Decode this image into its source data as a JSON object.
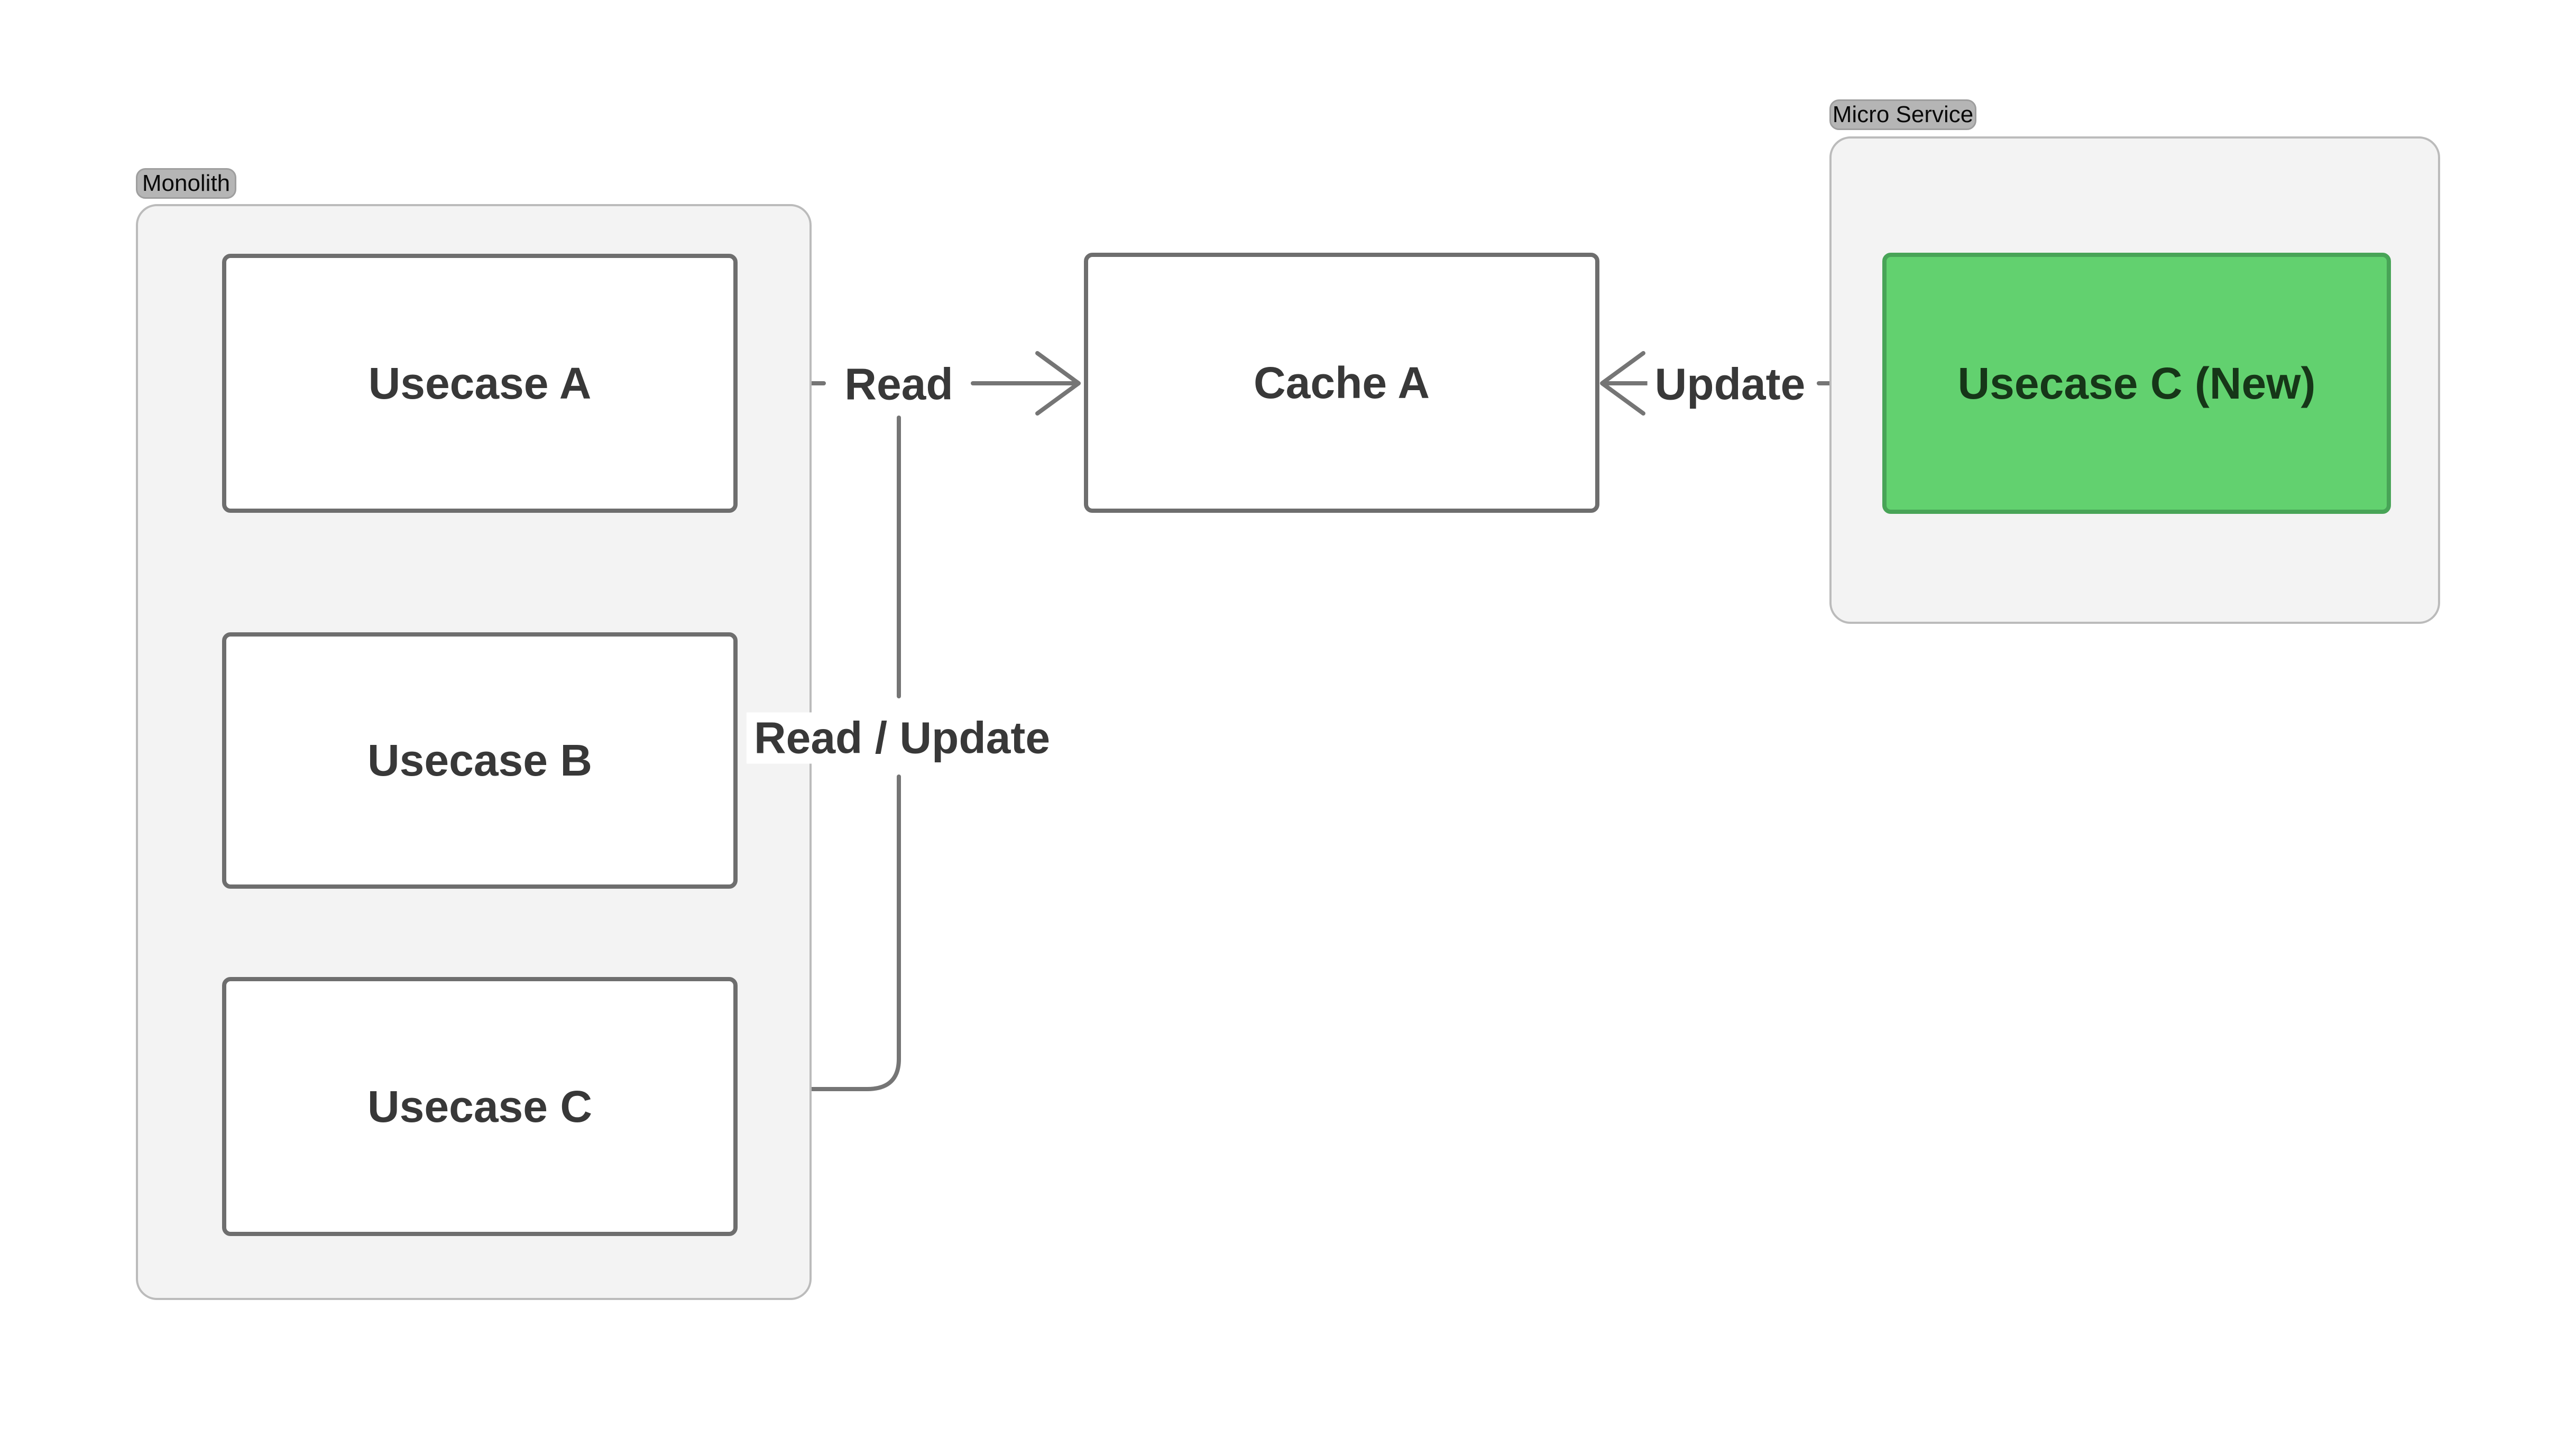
{
  "monolith": {
    "badge": "Monolith",
    "usecase_a": "Usecase A",
    "usecase_b": "Usecase B",
    "usecase_c": "Usecase C"
  },
  "cache_a": {
    "label": "Cache A"
  },
  "micro_service": {
    "badge": "Micro Service",
    "usecase_c_new": "Usecase C (New)"
  },
  "edges": {
    "read": "Read",
    "update": "Update",
    "read_update": "Read / Update"
  },
  "colors": {
    "canvas": "#ffffff",
    "group_fill": "#f3f3f3",
    "group_border": "#bbbbbb",
    "badge_fill": "#b5b5b5",
    "badge_border": "#9e9e9e",
    "node_fill": "#ffffff",
    "node_border": "#6e6e6e",
    "edge": "#757575",
    "label_text": "#383838",
    "green_fill": "#62d16f",
    "green_border": "#48a457",
    "green_text": "#163618"
  }
}
